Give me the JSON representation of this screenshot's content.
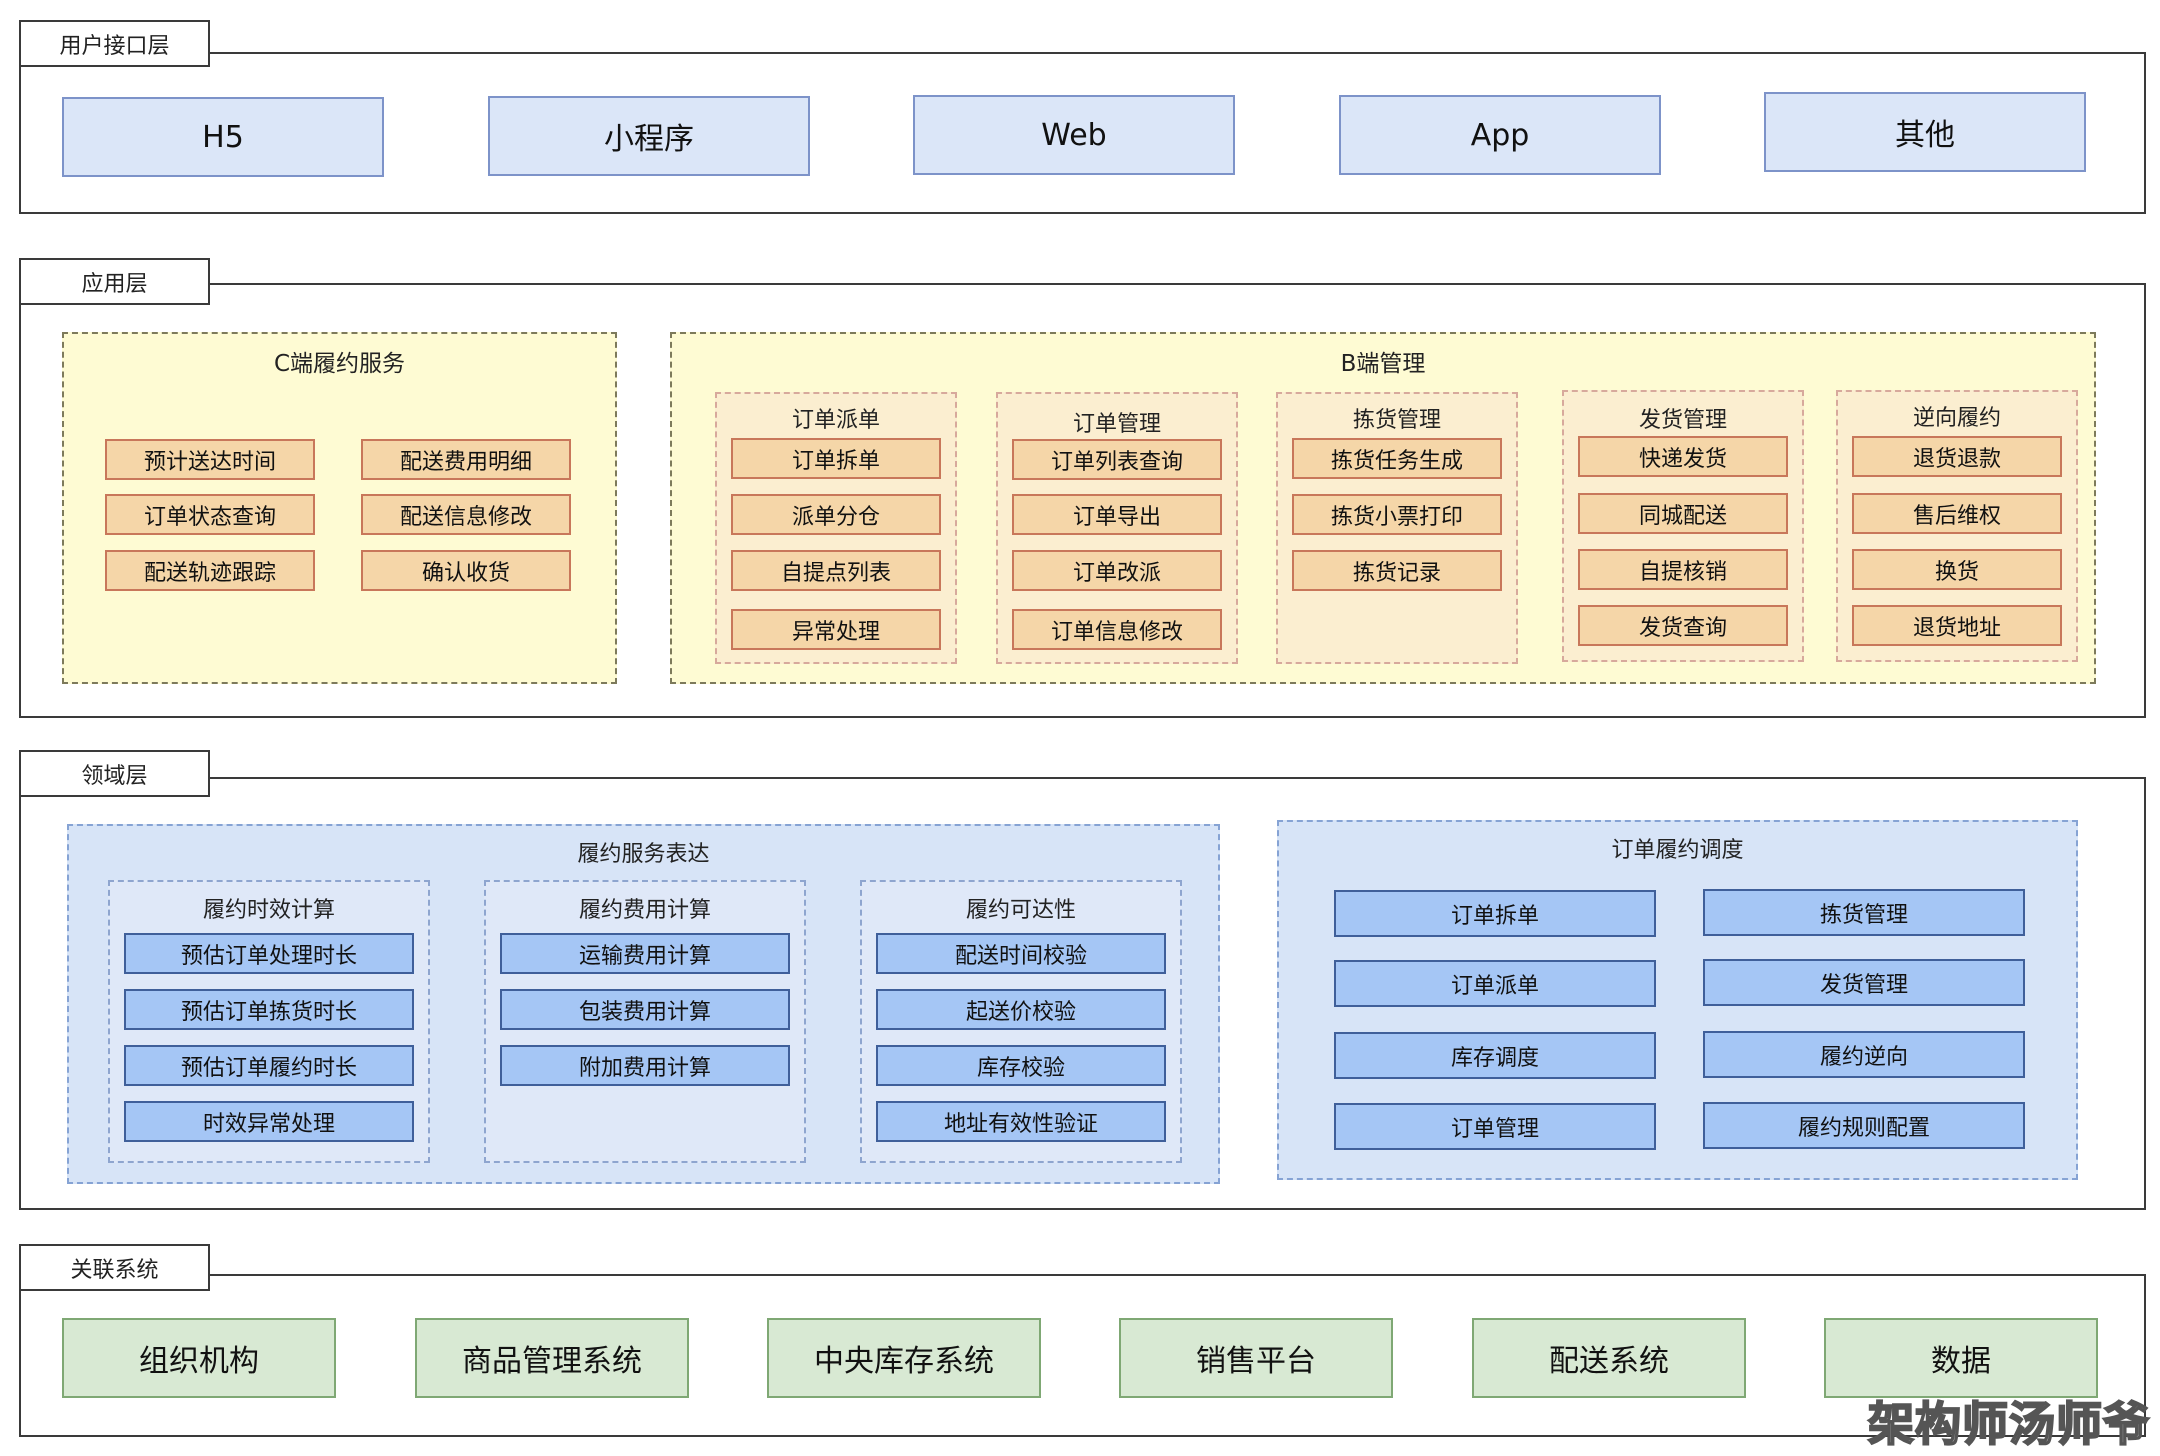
{
  "layers": {
    "ui": {
      "label": "用户接口层",
      "items": [
        "H5",
        "小程序",
        "Web",
        "App",
        "其他"
      ]
    },
    "app": {
      "label": "应用层",
      "c_service": {
        "title": "C端履约服务",
        "items": [
          "预计送达时间",
          "配送费用明细",
          "订单状态查询",
          "配送信息修改",
          "配送轨迹跟踪",
          "确认收货"
        ]
      },
      "b_manage": {
        "title": "B端管理",
        "groups": [
          {
            "title": "订单派单",
            "items": [
              "订单拆单",
              "派单分仓",
              "自提点列表",
              "异常处理"
            ]
          },
          {
            "title": "订单管理",
            "items": [
              "订单列表查询",
              "订单导出",
              "订单改派",
              "订单信息修改"
            ]
          },
          {
            "title": "拣货管理",
            "items": [
              "拣货任务生成",
              "拣货小票打印",
              "拣货记录"
            ]
          },
          {
            "title": "发货管理",
            "items": [
              "快递发货",
              "同城配送",
              "自提核销",
              "发货查询"
            ]
          },
          {
            "title": "逆向履约",
            "items": [
              "退货退款",
              "售后维权",
              "换货",
              "退货地址"
            ]
          }
        ]
      }
    },
    "domain": {
      "label": "领域层",
      "fulfill_expr": {
        "title": "履约服务表达",
        "groups": [
          {
            "title": "履约时效计算",
            "items": [
              "预估订单处理时长",
              "预估订单拣货时长",
              "预估订单履约时长",
              "时效异常处理"
            ]
          },
          {
            "title": "履约费用计算",
            "items": [
              "运输费用计算",
              "包装费用计算",
              "附加费用计算"
            ]
          },
          {
            "title": "履约可达性",
            "items": [
              "配送时间校验",
              "起送价校验",
              "库存校验",
              "地址有效性验证"
            ]
          }
        ]
      },
      "dispatch": {
        "title": "订单履约调度",
        "items": [
          "订单拆单",
          "拣货管理",
          "订单派单",
          "发货管理",
          "库存调度",
          "履约逆向",
          "订单管理",
          "履约规则配置"
        ]
      }
    },
    "related": {
      "label": "关联系统",
      "items": [
        "组织机构",
        "商品管理系统",
        "中央库存系统",
        "销售平台",
        "配送系统",
        "数据"
      ]
    }
  },
  "watermark": "架构师汤师爷"
}
